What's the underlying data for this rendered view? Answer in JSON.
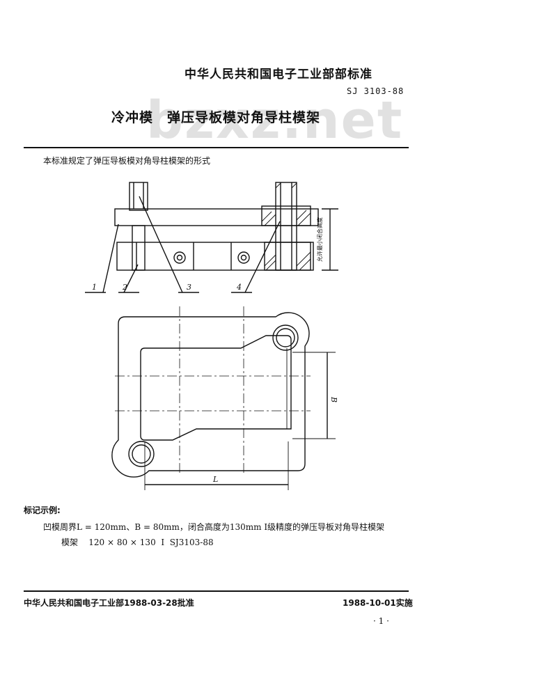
{
  "header": {
    "organization": "中华人民共和国电子工业部部标准",
    "standard_code": "SJ 3103-88",
    "title": "冷冲模　弹压导板模对角导柱模架",
    "watermark": "bzxz.net"
  },
  "intro": "本标准规定了弹压导板模对角导柱模架的形式",
  "drawing": {
    "part_labels": [
      "1",
      "2",
      "3",
      "4"
    ],
    "side_note": "允许最小闭合高度",
    "dim_B": "B",
    "dim_L": "L"
  },
  "example": {
    "heading": "标记示例:",
    "line1": "凹模周界L = 120mm、B = 80mm，闭合高度为130mm Ⅰ级精度的弹压导板对角导柱模架",
    "line2": "模架    120 × 80 × 130  Ⅰ  SJ3103-88"
  },
  "footer": {
    "approval": "中华人民共和国电子工业部1988-03-28批准",
    "implementation": "1988-10-01实施",
    "page": "· 1 ·"
  }
}
